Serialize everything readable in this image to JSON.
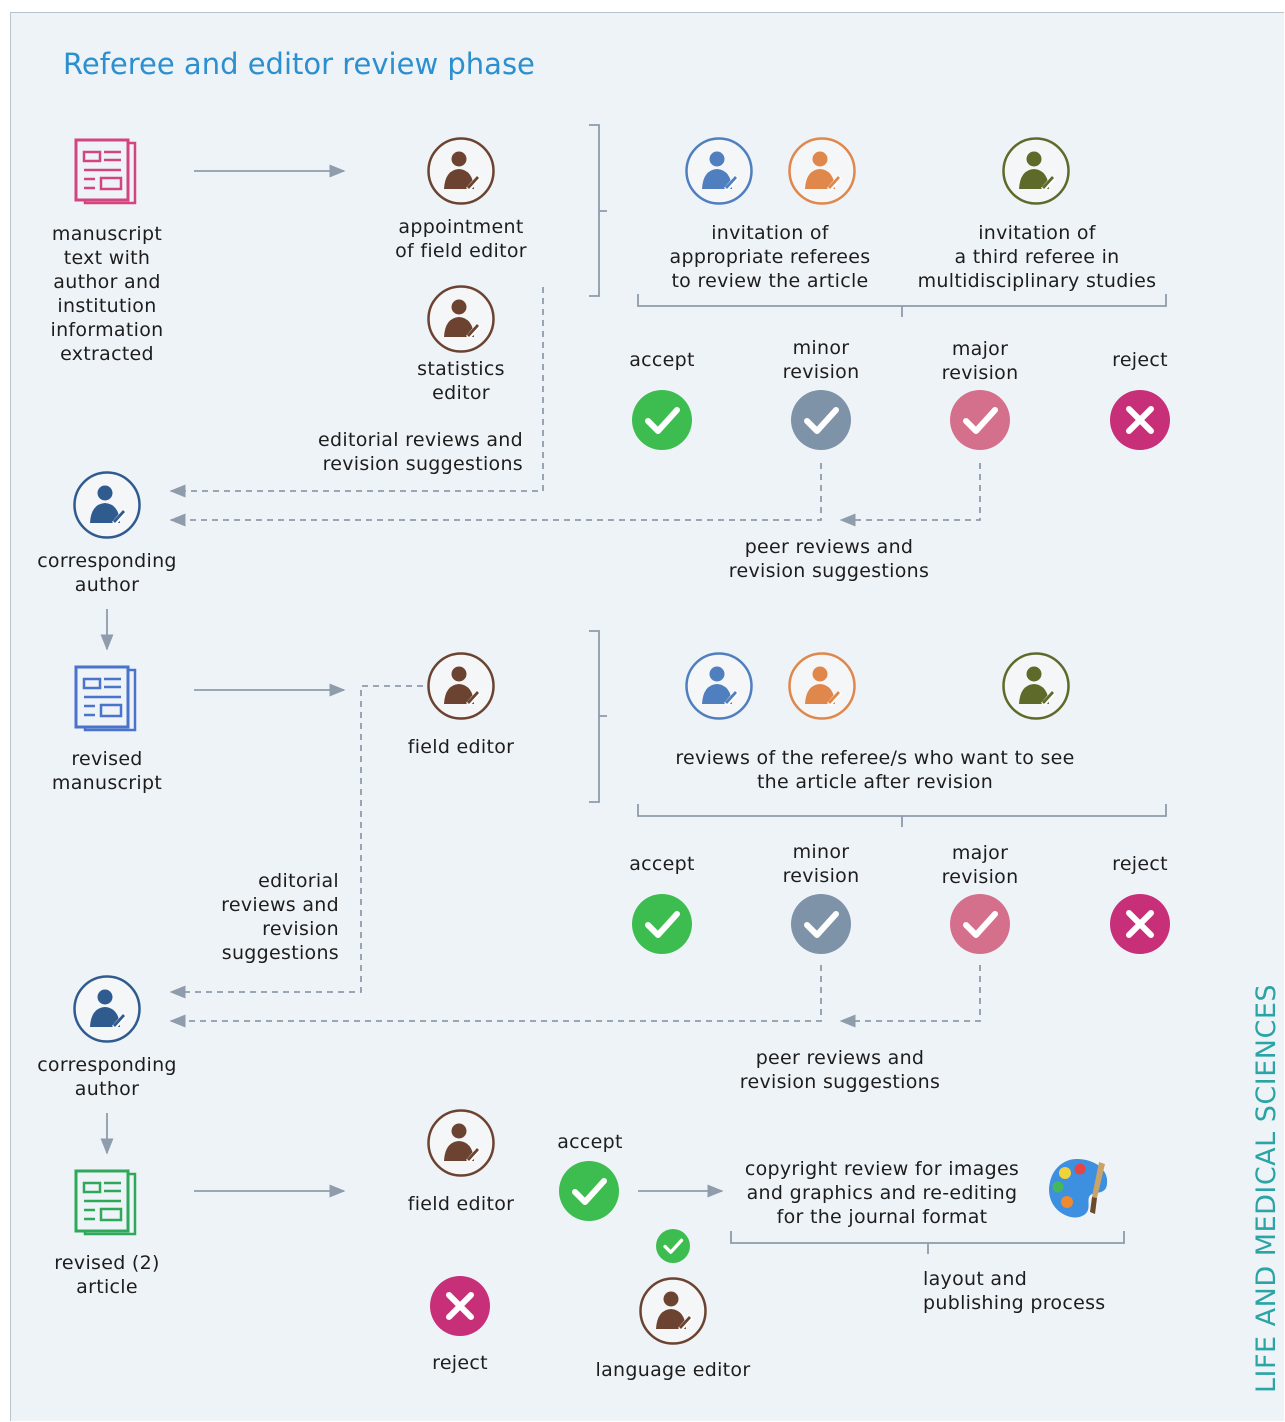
{
  "title": "Referee and editor review phase",
  "side_label": "LIFE AND MEDICAL SCIENCES",
  "icons": {
    "document": "document-icon",
    "person": "person-with-pen-icon",
    "check": "check-circle-icon",
    "reject": "x-circle-icon",
    "palette": "palette-icon"
  },
  "colors": {
    "title": "#2b8fd0",
    "side_label": "#2aa4a4",
    "accept": "#3dbd4f",
    "minor": "#7f93a8",
    "major": "#d5708c",
    "reject": "#c72f78",
    "doc_initial": "#d2457f",
    "doc_revised": "#4a73cc",
    "doc_revised2": "#2fa85a",
    "connector": "#8e9cab"
  },
  "phase1": {
    "doc_label": "manuscript\ntext with\nauthor and\ninstitution\ninformation\nextracted",
    "field_editor": "appointment\nof field editor",
    "statistics_editor": "statistics\neditor",
    "referees_label": "invitation of\nappropriate referees\nto review the article",
    "third_referee_label": "invitation of\na third referee in\nmultidisciplinary studies",
    "decisions": {
      "accept": "accept",
      "minor": "minor\nrevision",
      "major": "major\nrevision",
      "reject": "reject"
    },
    "editorial_reviews": "editorial reviews and\nrevision suggestions",
    "peer_reviews": "peer reviews and\nrevision suggestions",
    "author": "corresponding\nauthor"
  },
  "phase2": {
    "doc_label": "revised\nmanuscript",
    "field_editor": "field editor",
    "referees_label": "reviews of the referee/s who want to see\nthe article after revision",
    "decisions": {
      "accept": "accept",
      "minor": "minor\nrevision",
      "major": "major\nrevision",
      "reject": "reject"
    },
    "editorial_reviews": "editorial\nreviews and\nrevision\nsuggestions",
    "peer_reviews": "peer reviews and\nrevision suggestions",
    "author": "corresponding\nauthor"
  },
  "phase3": {
    "doc_label": "revised (2)\narticle",
    "field_editor": "field editor",
    "accept": "accept",
    "reject": "reject",
    "language_editor": "language editor",
    "copyright": "copyright review for images\nand graphics and re-editing\nfor the journal format",
    "layout": "layout and\npublishing process"
  }
}
